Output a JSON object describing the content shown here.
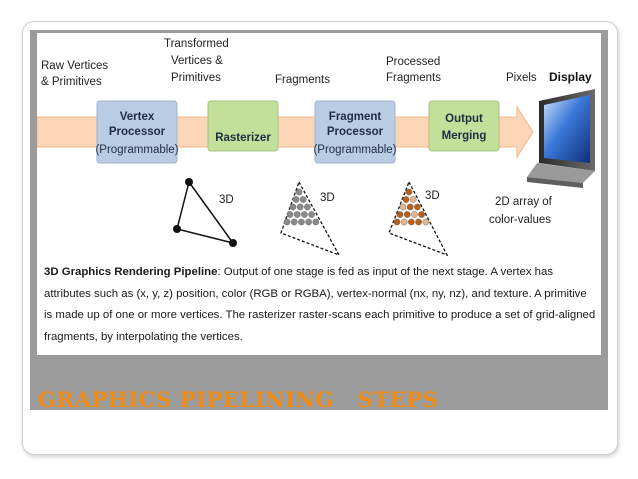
{
  "slide": {
    "title": "GRAPHICS PIPELINING   STEPS"
  },
  "diagram": {
    "input_label_lines": [
      "Raw Vertices",
      "& Primitives"
    ],
    "stages": [
      {
        "name": "vertex-processor",
        "lines": [
          "Vertex",
          "Processor",
          "(Programmable)"
        ],
        "bold_lines": 2,
        "color": "#b8cce4"
      },
      {
        "name": "rasterizer",
        "lines": [
          "Rasterizer"
        ],
        "bold_lines": 1,
        "color": "#c3e09a"
      },
      {
        "name": "fragment-processor",
        "lines": [
          "Fragment",
          "Processor",
          "(Programmable)"
        ],
        "bold_lines": 2,
        "color": "#b8cce4"
      },
      {
        "name": "output-merging",
        "lines": [
          "Output",
          "Merging"
        ],
        "bold_lines": 2,
        "color": "#c3e09a"
      }
    ],
    "flow_labels": [
      {
        "name": "transformed-vertices",
        "lines": [
          "Transformed",
          "Vertices &",
          "Primitives"
        ]
      },
      {
        "name": "fragments",
        "lines": [
          "Fragments"
        ]
      },
      {
        "name": "processed-fragments",
        "lines": [
          "Processed",
          "Fragments"
        ]
      },
      {
        "name": "pixels",
        "lines": [
          "Pixels"
        ]
      }
    ],
    "display_label": "Display",
    "illustrations": [
      {
        "name": "vertices-triangle",
        "label": "3D"
      },
      {
        "name": "fragments-triangle",
        "label": "3D"
      },
      {
        "name": "processed-fragments-triangle",
        "label": "3D"
      }
    ],
    "output_label_lines": [
      "2D array of",
      "color-values"
    ],
    "colors": {
      "arrow": "#fbd5b5",
      "arrow_edge": "#f2b98c",
      "programmable_box": "#b8cce4",
      "fixed_box": "#c3e09a",
      "fragment_dot": "#8a8a8a",
      "processed_dot_dark": "#b5601c",
      "processed_dot_light": "#e7b690"
    }
  },
  "caption": {
    "lead": "3D Graphics Rendering Pipeline",
    "text": ": Output of one stage is fed as input of the next stage. A vertex has attributes such as (x, y, z) position, color (RGB or RGBA), vertex-normal (nx, ny, nz), and texture. A primitive is made up of one or more vertices. The rasterizer raster-scans each primitive to produce a set of grid-aligned fragments, by interpolating the vertices."
  },
  "theme": {
    "title_color": "#f08a12",
    "panel_grey": "#9b9b9b"
  }
}
